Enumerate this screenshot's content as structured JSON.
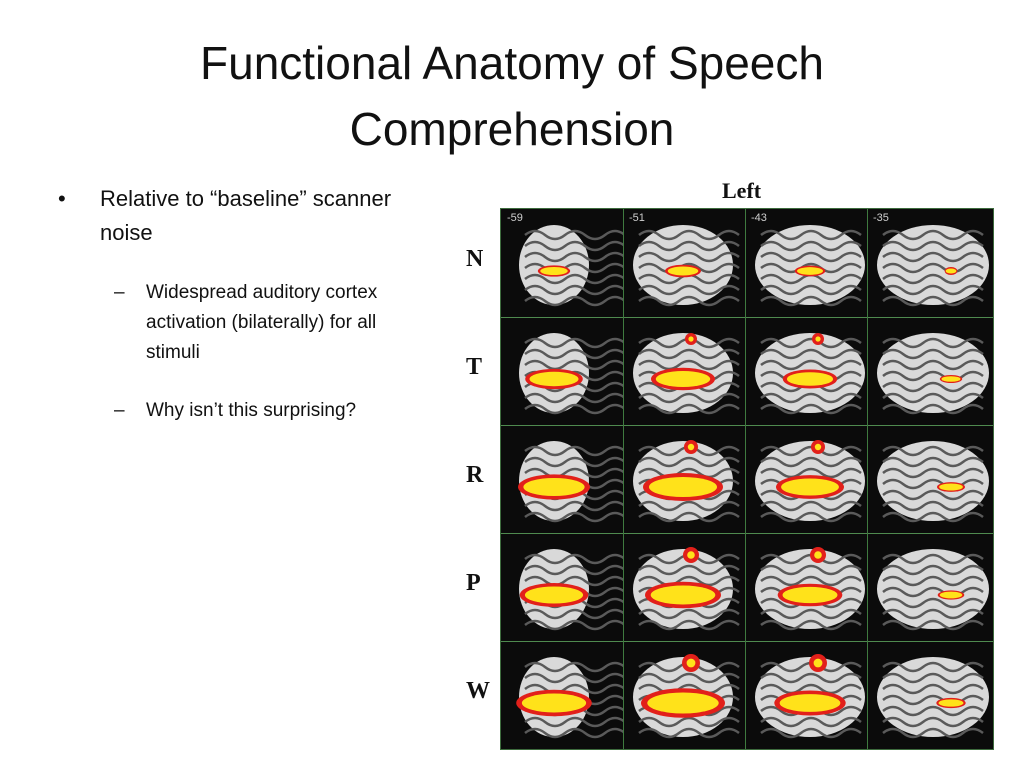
{
  "slide": {
    "title_line1": "Functional Anatomy of Speech",
    "title_line2": "Comprehension",
    "bullets": [
      {
        "level": 1,
        "marker": "•",
        "lines": [
          "Relative to “baseline” scanner",
          "noise"
        ]
      },
      {
        "level": 2,
        "marker": "–",
        "lines": [
          "Widespread auditory cortex",
          "activation (bilaterally)  for all",
          "stimuli"
        ]
      },
      {
        "level": 2,
        "marker": "–",
        "lines": [
          "Why isn’t this surprising?"
        ]
      }
    ]
  },
  "figure": {
    "hemisphere_label": "Left",
    "slice_coords": [
      "-59",
      "-51",
      "-43",
      "-35"
    ],
    "rows": [
      "N",
      "T",
      "R",
      "P",
      "W"
    ],
    "activation_colors": {
      "core": "#ffe21a",
      "edge": "#e2201a",
      "brain": "#d9d9d9",
      "background": "#0b0b0b"
    }
  }
}
